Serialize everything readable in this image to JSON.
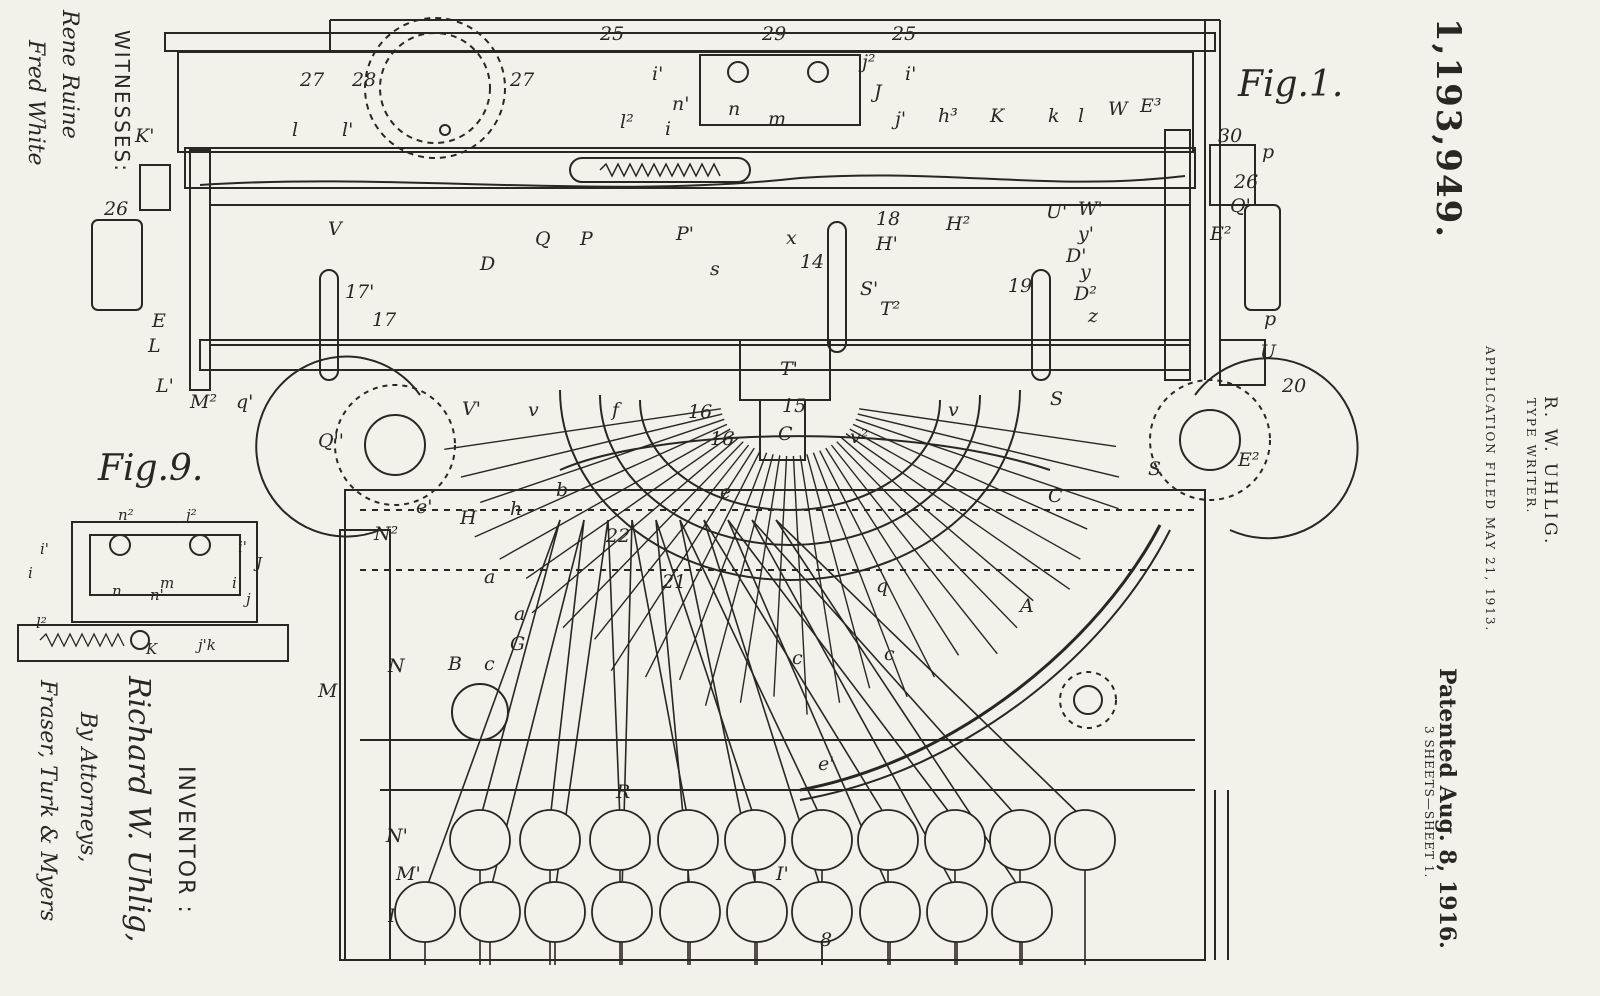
{
  "patent": {
    "number": "1,193,949.",
    "inventor": "R. W. UHLIG.",
    "title": "TYPE WRITER.",
    "application": "APPLICATION FILED MAY 21, 1913.",
    "patented": "Patented Aug. 8, 1916.",
    "sheets": "3 SHEETS—SHEET 1."
  },
  "figures": {
    "fig1": "Fig.1.",
    "fig9": "Fig.9."
  },
  "left_margin": {
    "witnesses_heading": "WITNESSES:",
    "inventor_heading": "INVENTOR :",
    "inventor_signature": "Richard W. Uhlig,",
    "by_attorneys": "By Attorneys,",
    "attorneys_signature": "Fraser, Turk & Myers",
    "witness_signature_1": "Rene Ruine",
    "witness_signature_2": "Fred White"
  },
  "reference_labels": [
    "25",
    "29",
    "25",
    "27",
    "28",
    "27",
    "i'",
    "n'",
    "i",
    "j²",
    "i'",
    "J",
    "j'",
    "h³",
    "K",
    "k",
    "l",
    "W",
    "E³",
    "n",
    "m",
    "l²",
    "l",
    "l'",
    "K'",
    "26",
    "V",
    "D",
    "Q",
    "P",
    "P'",
    "x",
    "14",
    "18",
    "H'",
    "H²",
    "U'",
    "W'",
    "y'",
    "D'",
    "y",
    "D²",
    "z",
    "30",
    "p",
    "26",
    "Q'",
    "E²",
    "p",
    "U",
    "20",
    "19",
    "17",
    "17'",
    "s",
    "S'",
    "T²",
    "T'",
    "15",
    "16",
    "16",
    "f",
    "v",
    "v²",
    "V'",
    "v",
    "S",
    "S",
    "Q''",
    "E²",
    "E",
    "L",
    "L'",
    "M²",
    "q'",
    "N²",
    "e'",
    "H",
    "h",
    "b",
    "e",
    "C",
    "22",
    "21",
    "q",
    "a",
    "a",
    "G",
    "c",
    "c",
    "c",
    "A",
    "M",
    "N",
    "B",
    "R",
    "N'",
    "M'",
    "I",
    "I'",
    "8",
    "e'",
    "C"
  ],
  "fig9_labels": [
    "n²",
    "j²",
    "i'",
    "i'",
    "J",
    "i",
    "n",
    "n'",
    "m",
    "i",
    "j",
    "l²",
    "K",
    "j'k"
  ],
  "colors": {
    "paper": "#f4f1ea",
    "ink": "#2a2622"
  }
}
